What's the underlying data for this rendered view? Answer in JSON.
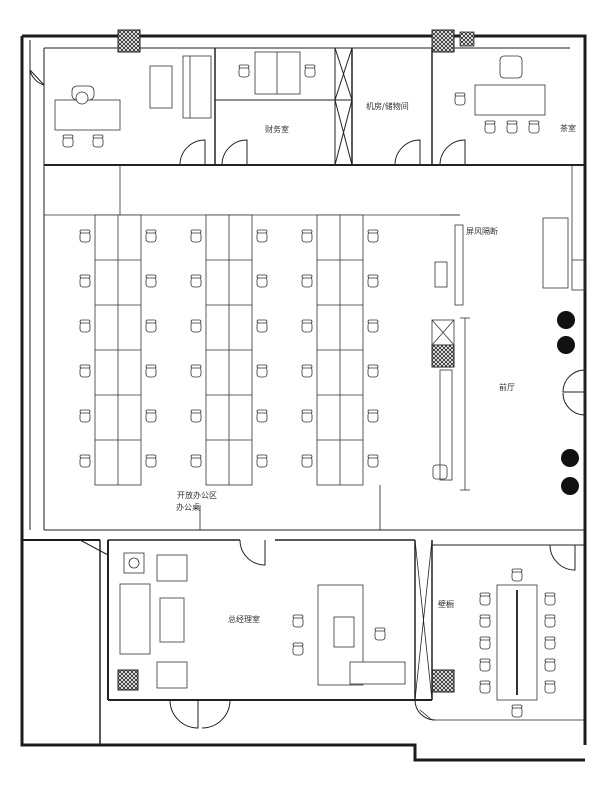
{
  "rooms": {
    "finance": "财务室",
    "machine_storage": "机房/储物间",
    "tea_room": "茶室",
    "open_office": "开放办公区",
    "open_office_sub": "办公桌",
    "screen_partition": "屏风隔断",
    "lobby": "前厅",
    "gm_office": "总经理室",
    "display_wall": "壁橱"
  },
  "colors": {
    "line": "#2b2b2b",
    "wall": "#1c1c1c",
    "fill": "#ffffff",
    "hatch": "#222222"
  }
}
